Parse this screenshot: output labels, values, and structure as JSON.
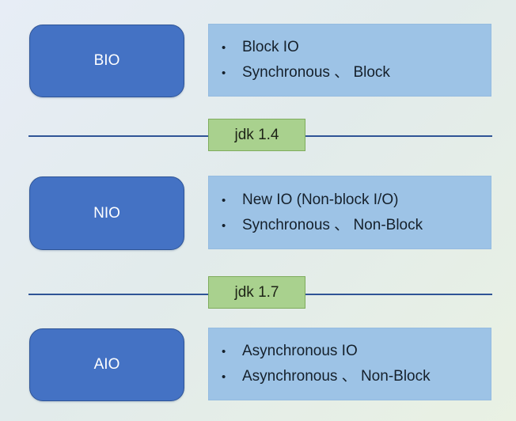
{
  "colors": {
    "background_start": "#e7edf6",
    "background_end": "#e9f1e3",
    "term_box_fill": "#4472c4",
    "term_box_border": "#2f5597",
    "desc_box_fill": "#9dc3e6",
    "jdk_label_fill": "#a9d18e",
    "jdk_label_border": "#7fac5d",
    "divider_line": "#2f5496",
    "text_dark": "#15202b",
    "text_light": "#ffffff"
  },
  "bullet_glyph": "•",
  "rows": [
    {
      "label": "BIO",
      "bullets": [
        "Block IO",
        "Synchronous 、 Block"
      ]
    },
    {
      "label": "NIO",
      "bullets": [
        "New IO (Non-block I/O)",
        "Synchronous 、 Non-Block"
      ]
    },
    {
      "label": "AIO",
      "bullets": [
        "Asynchronous IO",
        "Asynchronous 、 Non-Block"
      ]
    }
  ],
  "dividers": [
    {
      "label": "jdk 1.4"
    },
    {
      "label": "jdk 1.7"
    }
  ]
}
